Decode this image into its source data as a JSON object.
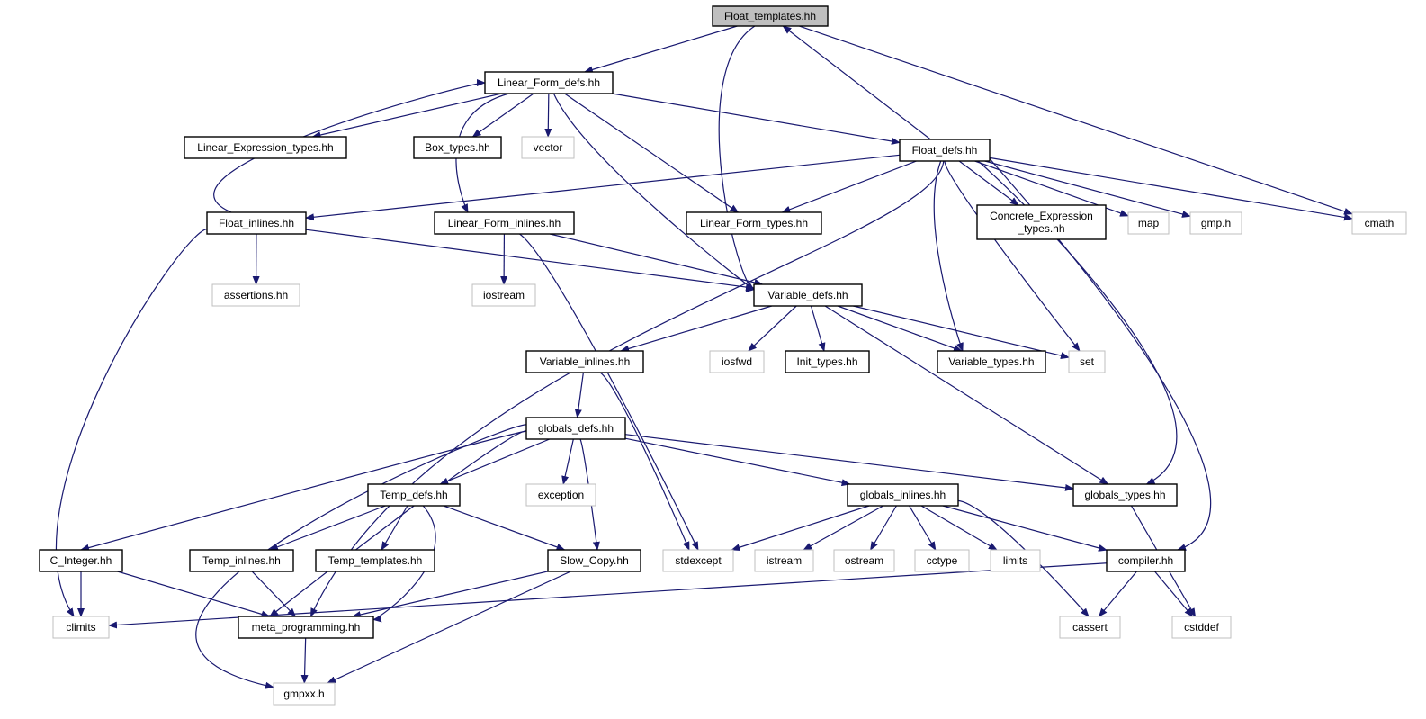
{
  "nodes": [
    {
      "id": "float_templates",
      "label": "Float_templates.hh",
      "style": "root"
    },
    {
      "id": "linear_form_defs",
      "label": "Linear_Form_defs.hh",
      "style": "doc"
    },
    {
      "id": "linear_expression_types",
      "label": "Linear_Expression_types.hh",
      "style": "doc"
    },
    {
      "id": "box_types",
      "label": "Box_types.hh",
      "style": "doc"
    },
    {
      "id": "vector",
      "label": "vector",
      "style": "sys"
    },
    {
      "id": "float_defs",
      "label": "Float_defs.hh",
      "style": "doc"
    },
    {
      "id": "float_inlines",
      "label": "Float_inlines.hh",
      "style": "doc"
    },
    {
      "id": "linear_form_inlines",
      "label": "Linear_Form_inlines.hh",
      "style": "doc"
    },
    {
      "id": "linear_form_types",
      "label": "Linear_Form_types.hh",
      "style": "doc"
    },
    {
      "id": "concrete_expression_types",
      "label": "Concrete_Expression\n_types.hh",
      "style": "doc"
    },
    {
      "id": "map",
      "label": "map",
      "style": "sys"
    },
    {
      "id": "gmp_h",
      "label": "gmp.h",
      "style": "sys"
    },
    {
      "id": "cmath",
      "label": "cmath",
      "style": "sys"
    },
    {
      "id": "assertions",
      "label": "assertions.hh",
      "style": "sys"
    },
    {
      "id": "iostream",
      "label": "iostream",
      "style": "sys"
    },
    {
      "id": "variable_defs",
      "label": "Variable_defs.hh",
      "style": "doc"
    },
    {
      "id": "variable_inlines",
      "label": "Variable_inlines.hh",
      "style": "doc"
    },
    {
      "id": "iosfwd",
      "label": "iosfwd",
      "style": "sys"
    },
    {
      "id": "init_types",
      "label": "Init_types.hh",
      "style": "doc"
    },
    {
      "id": "variable_types",
      "label": "Variable_types.hh",
      "style": "doc"
    },
    {
      "id": "set",
      "label": "set",
      "style": "sys"
    },
    {
      "id": "globals_defs",
      "label": "globals_defs.hh",
      "style": "doc"
    },
    {
      "id": "temp_defs",
      "label": "Temp_defs.hh",
      "style": "doc"
    },
    {
      "id": "exception",
      "label": "exception",
      "style": "sys"
    },
    {
      "id": "globals_inlines",
      "label": "globals_inlines.hh",
      "style": "doc"
    },
    {
      "id": "globals_types",
      "label": "globals_types.hh",
      "style": "doc"
    },
    {
      "id": "c_integer",
      "label": "C_Integer.hh",
      "style": "doc"
    },
    {
      "id": "temp_inlines",
      "label": "Temp_inlines.hh",
      "style": "doc"
    },
    {
      "id": "temp_templates",
      "label": "Temp_templates.hh",
      "style": "doc"
    },
    {
      "id": "slow_copy",
      "label": "Slow_Copy.hh",
      "style": "doc"
    },
    {
      "id": "stdexcept",
      "label": "stdexcept",
      "style": "sys"
    },
    {
      "id": "istream",
      "label": "istream",
      "style": "sys"
    },
    {
      "id": "ostream",
      "label": "ostream",
      "style": "sys"
    },
    {
      "id": "cctype",
      "label": "cctype",
      "style": "sys"
    },
    {
      "id": "limits",
      "label": "limits",
      "style": "sys"
    },
    {
      "id": "compiler",
      "label": "compiler.hh",
      "style": "doc"
    },
    {
      "id": "climits",
      "label": "climits",
      "style": "sys"
    },
    {
      "id": "meta_programming",
      "label": "meta_programming.hh",
      "style": "doc"
    },
    {
      "id": "cassert",
      "label": "cassert",
      "style": "sys"
    },
    {
      "id": "cstddef",
      "label": "cstddef",
      "style": "sys"
    },
    {
      "id": "gmpxx",
      "label": "gmpxx.h",
      "style": "sys"
    }
  ],
  "edges": [
    [
      "float_templates",
      "linear_form_defs"
    ],
    [
      "float_templates",
      "variable_defs"
    ],
    [
      "float_templates",
      "cmath"
    ],
    [
      "float_defs",
      "float_templates"
    ],
    [
      "linear_form_defs",
      "linear_expression_types"
    ],
    [
      "linear_form_defs",
      "box_types"
    ],
    [
      "linear_form_defs",
      "vector"
    ],
    [
      "linear_form_defs",
      "float_defs"
    ],
    [
      "linear_form_defs",
      "linear_form_inlines"
    ],
    [
      "linear_form_defs",
      "linear_form_types"
    ],
    [
      "linear_form_defs",
      "variable_defs"
    ],
    [
      "float_inlines",
      "linear_form_defs"
    ],
    [
      "float_defs",
      "float_inlines"
    ],
    [
      "float_defs",
      "linear_form_types"
    ],
    [
      "float_defs",
      "concrete_expression_types"
    ],
    [
      "float_defs",
      "map"
    ],
    [
      "float_defs",
      "gmp_h"
    ],
    [
      "float_defs",
      "cmath"
    ],
    [
      "float_defs",
      "variable_types"
    ],
    [
      "float_defs",
      "set"
    ],
    [
      "float_defs",
      "globals_types"
    ],
    [
      "float_defs",
      "compiler"
    ],
    [
      "float_defs",
      "meta_programming"
    ],
    [
      "float_inlines",
      "assertions"
    ],
    [
      "float_inlines",
      "variable_defs"
    ],
    [
      "float_inlines",
      "climits"
    ],
    [
      "linear_form_inlines",
      "iostream"
    ],
    [
      "linear_form_inlines",
      "variable_defs"
    ],
    [
      "linear_form_inlines",
      "stdexcept"
    ],
    [
      "variable_defs",
      "variable_inlines"
    ],
    [
      "variable_defs",
      "iosfwd"
    ],
    [
      "variable_defs",
      "init_types"
    ],
    [
      "variable_defs",
      "variable_types"
    ],
    [
      "variable_defs",
      "set"
    ],
    [
      "variable_defs",
      "globals_types"
    ],
    [
      "variable_inlines",
      "globals_defs"
    ],
    [
      "variable_inlines",
      "stdexcept"
    ],
    [
      "globals_defs",
      "temp_defs"
    ],
    [
      "globals_defs",
      "exception"
    ],
    [
      "globals_defs",
      "slow_copy"
    ],
    [
      "globals_defs",
      "globals_inlines"
    ],
    [
      "globals_defs",
      "globals_types"
    ],
    [
      "globals_defs",
      "c_integer"
    ],
    [
      "globals_defs",
      "meta_programming"
    ],
    [
      "globals_defs",
      "gmpxx"
    ],
    [
      "temp_defs",
      "temp_inlines"
    ],
    [
      "temp_defs",
      "temp_templates"
    ],
    [
      "temp_defs",
      "slow_copy"
    ],
    [
      "temp_defs",
      "meta_programming"
    ],
    [
      "globals_inlines",
      "stdexcept"
    ],
    [
      "globals_inlines",
      "istream"
    ],
    [
      "globals_inlines",
      "ostream"
    ],
    [
      "globals_inlines",
      "cctype"
    ],
    [
      "globals_inlines",
      "limits"
    ],
    [
      "globals_inlines",
      "compiler"
    ],
    [
      "globals_inlines",
      "cassert"
    ],
    [
      "globals_types",
      "cstddef"
    ],
    [
      "c_integer",
      "climits"
    ],
    [
      "c_integer",
      "meta_programming"
    ],
    [
      "temp_inlines",
      "meta_programming"
    ],
    [
      "slow_copy",
      "meta_programming"
    ],
    [
      "slow_copy",
      "gmpxx"
    ],
    [
      "compiler",
      "climits"
    ],
    [
      "compiler",
      "cassert"
    ],
    [
      "compiler",
      "cstddef"
    ],
    [
      "meta_programming",
      "gmpxx"
    ]
  ],
  "colors": {
    "edge": "#191970",
    "root_fill": "#bfbfbf",
    "doc_border": "#000000",
    "sys_border": "#bfbfbf",
    "sys_text": "#000000"
  }
}
